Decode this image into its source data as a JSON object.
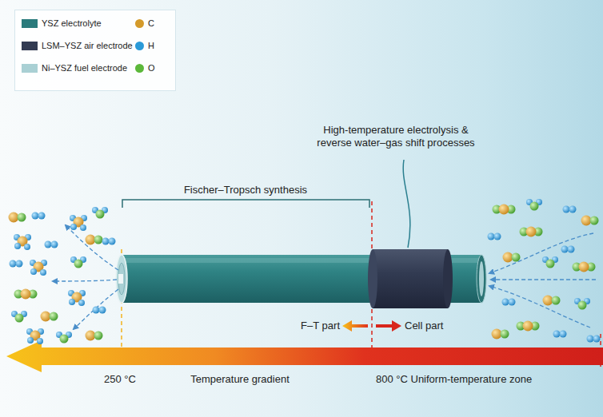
{
  "diagram": {
    "labels": [
      "Fischer–Tropsch synthesis",
      "High-temperature electrolysis & reverse water–gas shift processes",
      "F–T part",
      "Cell part",
      "250 °C",
      "Temperature gradient",
      "800 °C Uniform-temperature zone"
    ],
    "legend": [
      {
        "text": "YSZ electrolyte",
        "color": "#2a7b7c"
      },
      {
        "text": "LSM–YSZ air electrode",
        "color": "#323b52"
      },
      {
        "text": "Ni–YSZ fuel electrode",
        "color": "#a9d0d4"
      },
      {
        "text": "C",
        "color": "#d49a2a"
      },
      {
        "text": "H",
        "color": "#2a9ad8"
      },
      {
        "text": "O",
        "color": "#5cb83a"
      }
    ]
  }
}
